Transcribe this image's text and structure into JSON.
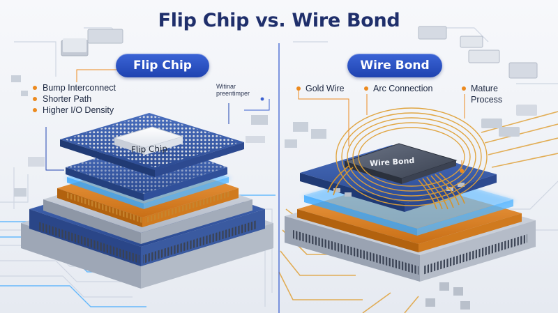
{
  "title": "Flip Chip vs. Wire Bond",
  "left": {
    "pill": "Flip Chip",
    "bullets": [
      "Bump Interconnect",
      "Shorter Path",
      "Higher I/O Density"
    ],
    "annotation": "Witinar preentimper",
    "chip_label": "Flip Chip"
  },
  "right": {
    "pill": "Wire Bond",
    "labels": {
      "gold": "Gold Wire",
      "arc": "Arc Connection",
      "mature": "Mature Process"
    },
    "chip_label": "Wire Bond"
  },
  "colors": {
    "title": "#1f2f6b",
    "pill": "#2a52c4",
    "accent_orange": "#ec8a1f",
    "gold_wire": "#e0a23a",
    "glow_blue": "#3aa8ff",
    "divider": "#3a5fd0"
  }
}
